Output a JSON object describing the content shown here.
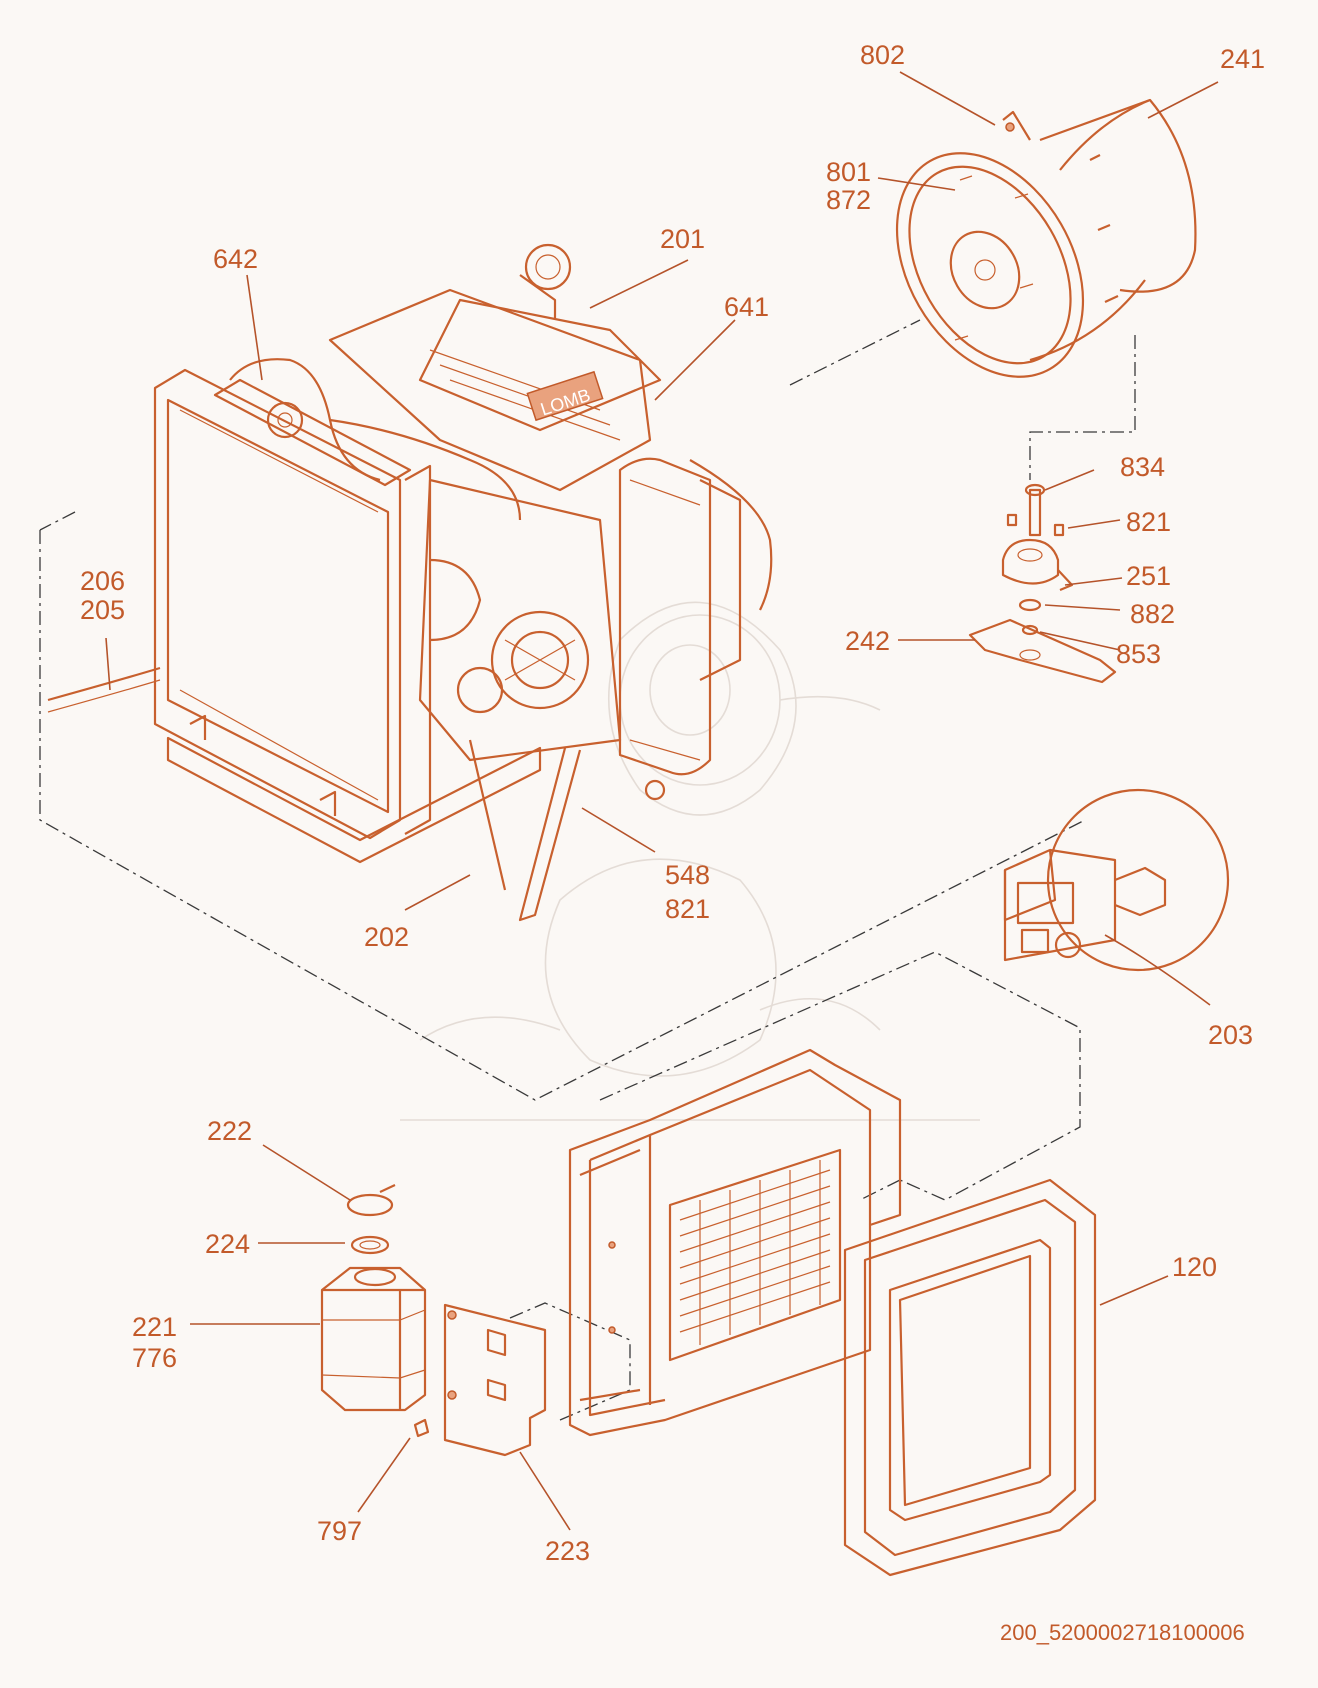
{
  "labels": {
    "p802": "802",
    "p241": "241",
    "p801": "801",
    "p872": "872",
    "p201": "201",
    "p642": "642",
    "p641": "641",
    "p834": "834",
    "p821a": "821",
    "p251": "251",
    "p882": "882",
    "p242": "242",
    "p853": "853",
    "p206": "206",
    "p205": "205",
    "p548": "548",
    "p821b": "821",
    "p202": "202",
    "p203": "203",
    "p222": "222",
    "p224": "224",
    "p221": "221",
    "p776": "776",
    "p120": "120",
    "p797": "797",
    "p223": "223"
  },
  "drawing_code": "200_5200002718100006",
  "engine_brand": "LOMB",
  "colors": {
    "line": "#c8602e",
    "text": "#c25a2a",
    "background": "#fbf8f5",
    "centerline": "#3a3a3a"
  }
}
